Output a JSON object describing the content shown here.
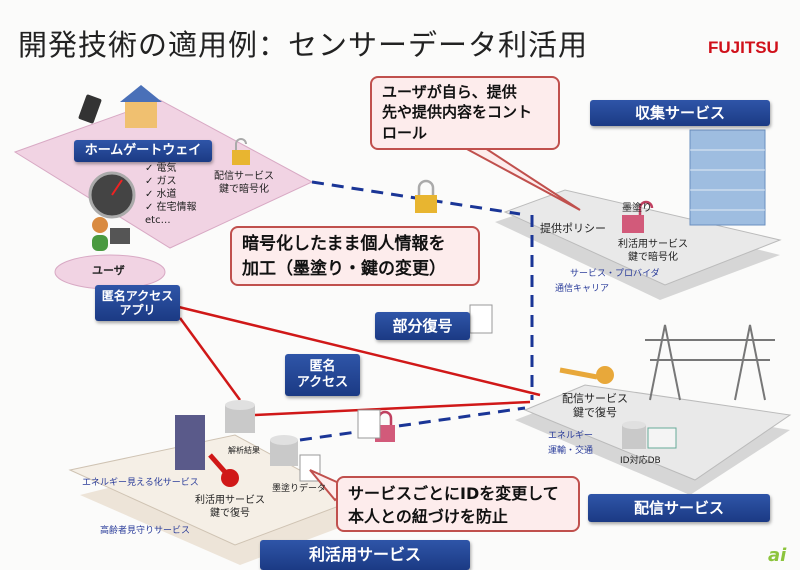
{
  "title": "開発技術の適用例：センサーデータ利活用",
  "logo": "FUJITSU",
  "home": {
    "label": "ホームゲートウェイ",
    "checks": [
      "✓ 電気",
      "✓ ガス",
      "✓ 水道",
      "✓ 在宅情報",
      "etc…"
    ],
    "lock_line1": "配信サービス",
    "lock_line2": "鍵で暗号化",
    "user": "ユーザ"
  },
  "app": {
    "line1": "匿名アクセス",
    "line2": "アプリ"
  },
  "callouts": {
    "top": [
      "ユーザが自ら、提供",
      "先や提供内容をコント",
      "ロール"
    ],
    "middle": [
      "暗号化したまま個人情報を",
      "加工（墨塗り・鍵の変更）"
    ],
    "bottom": [
      "サービスごとにIDを変更して",
      "本人との紐づけを防止"
    ]
  },
  "collect": {
    "label": "収集サービス",
    "policy": "提供ポリシー",
    "redact": "墨塗り",
    "lock_line1": "利活用サービス",
    "lock_line2": "鍵で暗号化",
    "layer1": "サービス・プロバイダ",
    "layer2": "通信キャリア"
  },
  "partial": "部分復号",
  "anon": {
    "line1": "匿名",
    "line2": "アクセス"
  },
  "deliver": {
    "label": "配信サービス",
    "key_line1": "配信サービス",
    "key_line2": "鍵で復号",
    "layer1": "エネルギー",
    "layer2": "運輸・交通",
    "db": "ID対応DB"
  },
  "use": {
    "label": "利活用サービス",
    "analysis": "解析結果",
    "redacted": "墨塗りデータ",
    "key_line1": "利活用サービス",
    "key_line2": "鍵で復号",
    "layer1": "エネルギー見える化サービス",
    "layer2": "高齢者見守りサービス"
  },
  "watermark": "ai",
  "colors": {
    "blue": "#1f3f8c",
    "red": "#c0504d",
    "line_red": "#d01818",
    "line_blue": "#1a3596",
    "pink": "#f1d3e3"
  }
}
